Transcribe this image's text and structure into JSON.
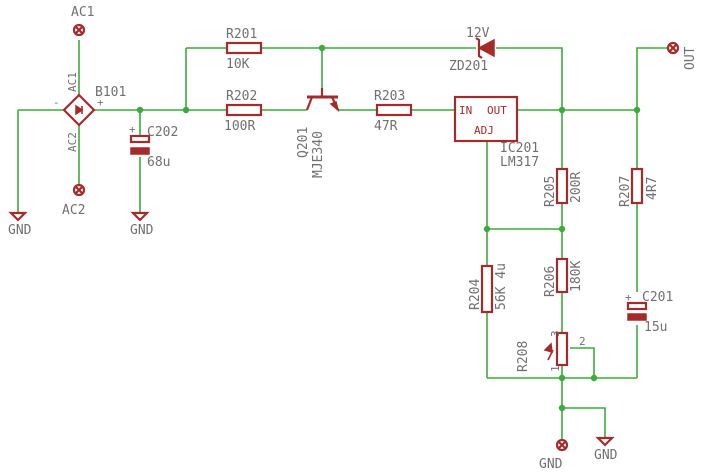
{
  "labels": {
    "ac1_top": "AC1",
    "ac2_bottom": "AC2",
    "b101": "B101",
    "b101_ac1": "AC1",
    "b101_ac2": "AC2",
    "b101_minus": "-",
    "b101_plus": "+",
    "gnd1": "GND",
    "gnd2": "GND",
    "gnd3": "GND",
    "gnd4": "GND",
    "c202_name": "C202",
    "c202_value": "68u",
    "c202_plus": "+",
    "r201_name": "R201",
    "r201_value": "10K",
    "r202_name": "R202",
    "r202_value": "100R",
    "q201_name": "Q201",
    "q201_value": "MJE340",
    "r203_name": "R203",
    "r203_value": "47R",
    "zd_voltage": "12V",
    "zd_name": "ZD201",
    "ic_in": "IN",
    "ic_out": "OUT",
    "ic_adj": "ADJ",
    "ic_name": "IC201",
    "ic_value": "LM317",
    "r205_name": "R205",
    "r205_value": "200R",
    "r207_name": "R207",
    "r207_value": "4R7",
    "r204_name": "R204",
    "r204_value": "56K 4u",
    "r206_name": "R206",
    "r206_value": "180K",
    "c201_name": "C201",
    "c201_value": "15u",
    "c201_plus": "+",
    "r208_name": "R208",
    "r208_pin1": "1",
    "r208_pin2": "2",
    "r208_pin3": "3",
    "out": "OUT"
  },
  "colors": {
    "wire": "#3cab3c",
    "symbol": "#a52a2a",
    "text": "#707070",
    "background": "#ffffff"
  }
}
